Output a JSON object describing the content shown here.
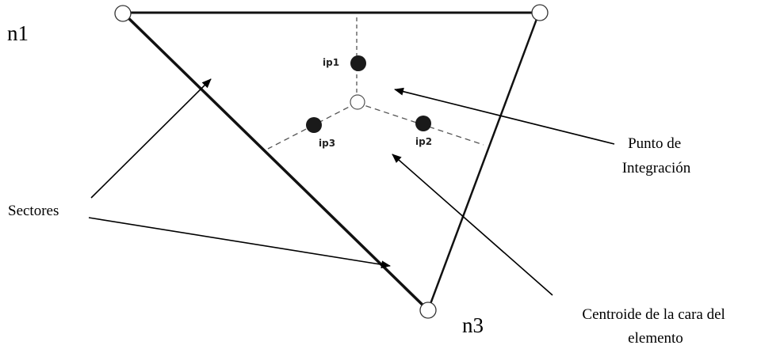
{
  "nodes": {
    "n1": "n1",
    "n3": "n3"
  },
  "integration_points": {
    "ip1": "ip1",
    "ip2": "ip2",
    "ip3": "ip3"
  },
  "callouts": {
    "integration_point": [
      "Punto de",
      "Integración"
    ],
    "sectors": "Sectores",
    "face_centroid": [
      "Centroide de la cara del",
      "elemento"
    ]
  }
}
